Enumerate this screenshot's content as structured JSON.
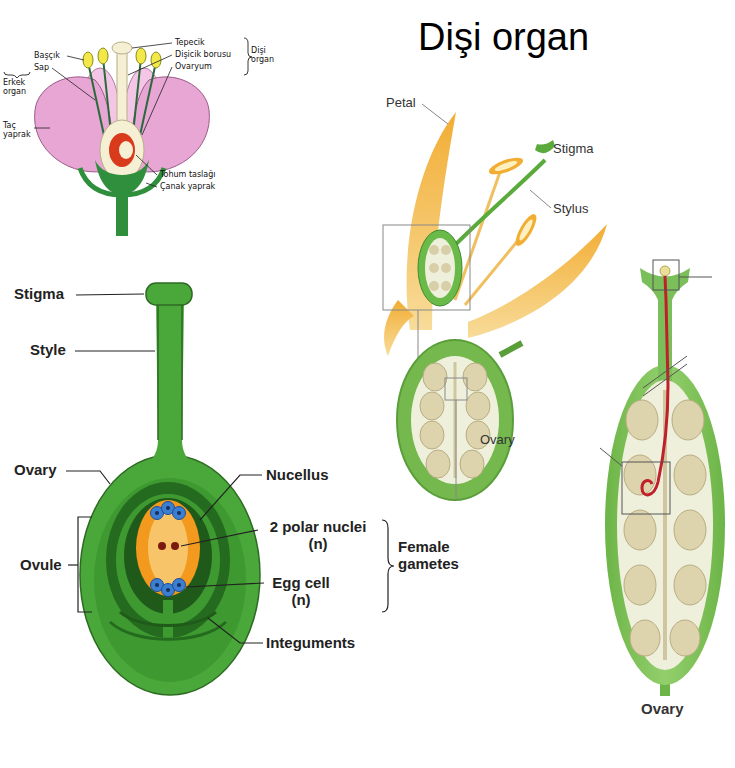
{
  "diagram": {
    "title": "Dişi organ",
    "labels": [
      "Başçık",
      "Sap",
      "Erkek organ",
      "Taç yaprak",
      "Tepecik",
      "Dişicik borusu",
      "Ovaryum",
      "Dişi organ",
      "Tohum taslağı",
      "Çanak yaprak",
      "Petal",
      "Stigma",
      "Stylus",
      "Ovary",
      "Stigma",
      "Style",
      "Ovary",
      "Ovule",
      "Nucellus",
      "2 polar nuclei (n)",
      "Egg cell (n)",
      "Female gametes",
      "Integuments",
      "Ovary"
    ]
  }
}
